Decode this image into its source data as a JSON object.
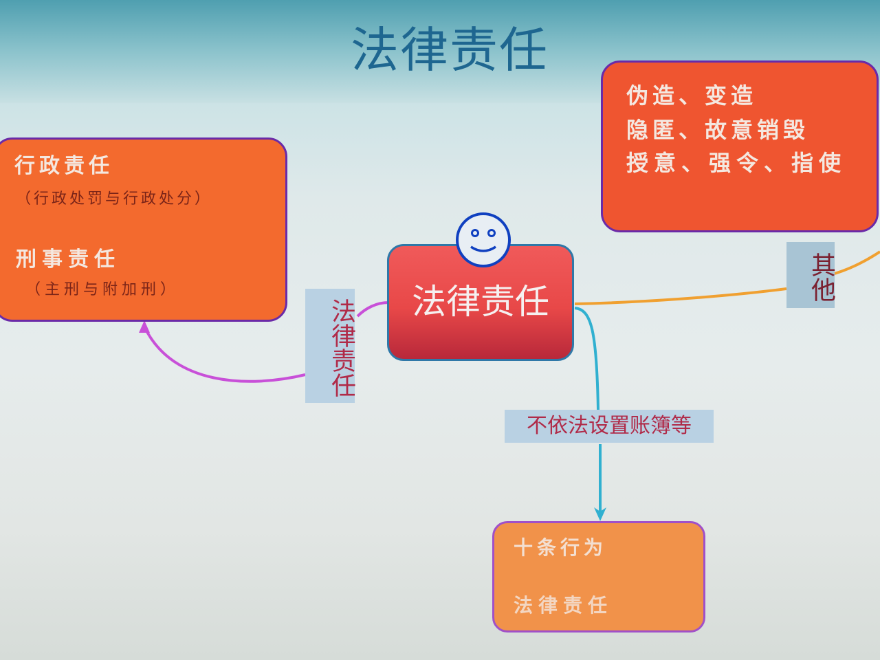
{
  "title": "法律责任",
  "center_node": {
    "label": "法律责任",
    "icon": "smiley-face-icon"
  },
  "nodes": {
    "left": {
      "line1": "行政责任",
      "line2": "（行政处罚与行政处分）",
      "line3": "刑事责任",
      "line4": "（主刑与附加刑）"
    },
    "right": {
      "line1": "伪造、变造",
      "line2": "隐匿、故意销毁",
      "line3": "授意、强令、指使"
    },
    "bottom": {
      "line1": "十条行为",
      "line2": "法律责任"
    }
  },
  "edge_labels": {
    "left": "法律责任",
    "right": "其他",
    "bottom": "不依法设置账簿等"
  },
  "colors": {
    "title": "#1e6690",
    "node_orange": "#f36a2e",
    "node_red": "#ef5530",
    "node_light_orange": "#f1924a",
    "center_red": "#e84848",
    "edge_left": "#c850d8",
    "edge_right": "#f0a030",
    "edge_bottom": "#30b0d0",
    "label_text": "#b02a48"
  }
}
